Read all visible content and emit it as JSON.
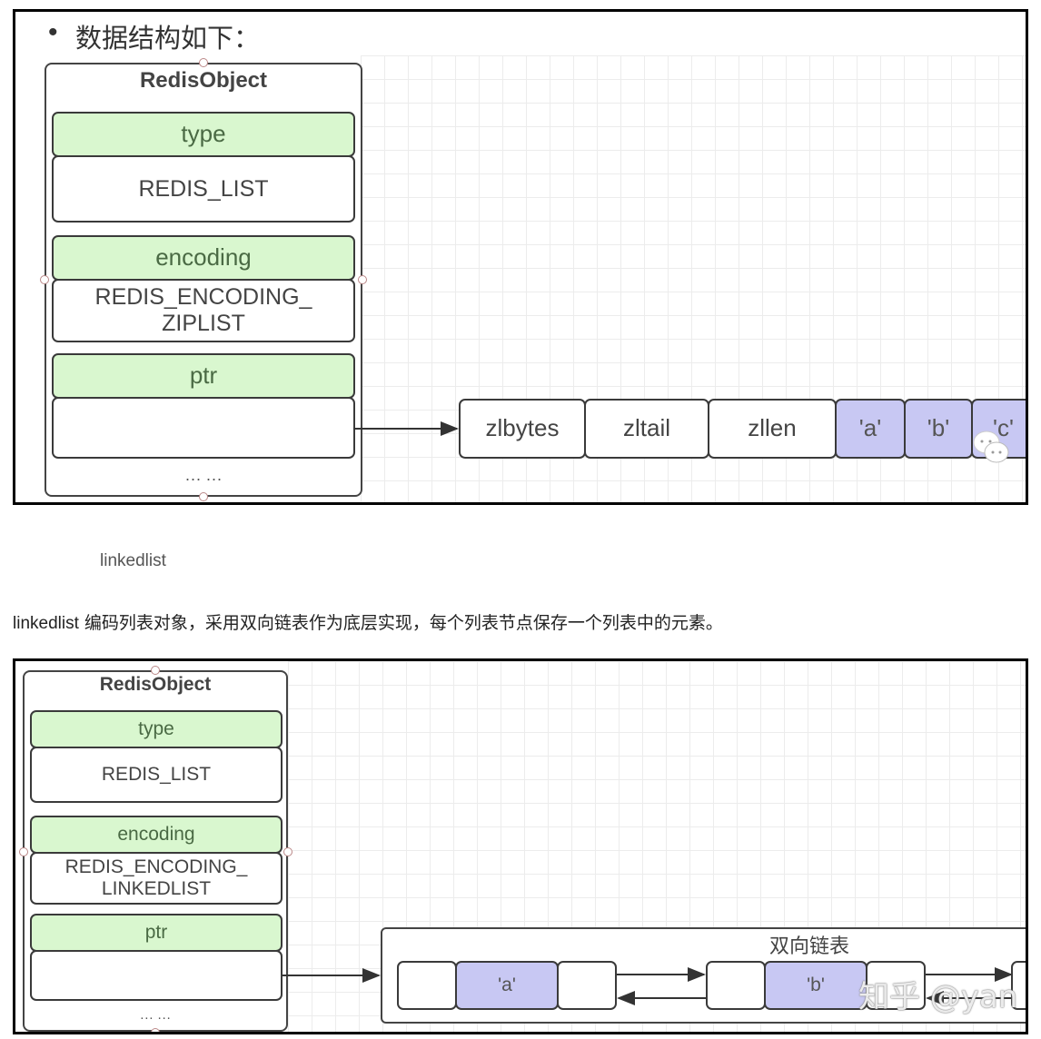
{
  "ziplist_section": {
    "bullet": "•",
    "heading": "数据结构如下：",
    "redis_object": {
      "title": "RedisObject",
      "type_label": "type",
      "type_value": "REDIS_LIST",
      "encoding_label": "encoding",
      "encoding_value_line1": "REDIS_ENCODING_",
      "encoding_value_line2": "ZIPLIST",
      "ptr_label": "ptr",
      "ellipsis": "··· ···"
    },
    "ziplist_cells": [
      {
        "label": "zlbytes",
        "kind": "header"
      },
      {
        "label": "zltail",
        "kind": "header"
      },
      {
        "label": "zllen",
        "kind": "header"
      },
      {
        "label": "'a'",
        "kind": "entry"
      },
      {
        "label": "'b'",
        "kind": "entry"
      },
      {
        "label": "'c'",
        "kind": "entry"
      }
    ]
  },
  "linkedlist_caption": "linkedlist",
  "linkedlist_paragraph": {
    "keyword": "linkedlist",
    "text": " 编码列表对象，采用双向链表作为底层实现，每个列表节点保存一个列表中的元素。"
  },
  "linkedlist_section": {
    "redis_object": {
      "title": "RedisObject",
      "type_label": "type",
      "type_value": "REDIS_LIST",
      "encoding_label": "encoding",
      "encoding_value_line1": "REDIS_ENCODING_",
      "encoding_value_line2": "LINKEDLIST",
      "ptr_label": "ptr",
      "ellipsis": "··· ···"
    },
    "list_title": "双向链表",
    "nodes": [
      {
        "value": "'a'"
      },
      {
        "value": "'b'"
      }
    ],
    "watermark": "知乎 @yan"
  },
  "colors": {
    "field_green": "#d9f7cf",
    "entry_purple": "#c8c8f3",
    "border": "#3a3a3a"
  }
}
